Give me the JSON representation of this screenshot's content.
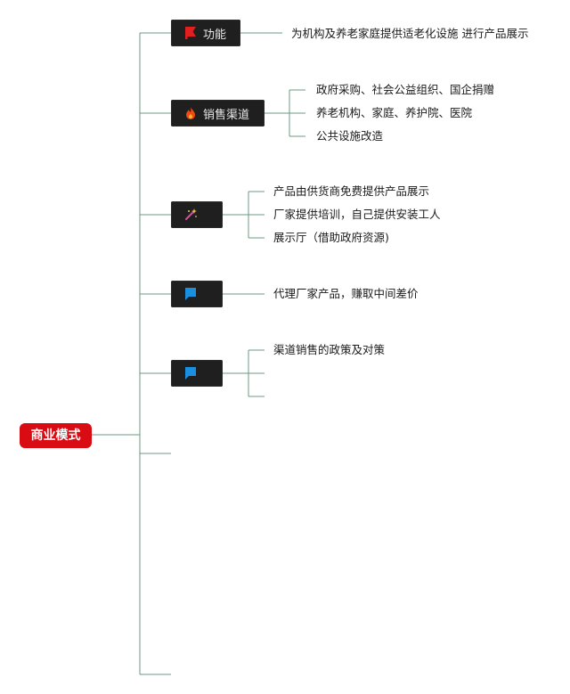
{
  "root": {
    "label": "商业模式"
  },
  "branches": [
    {
      "label": "功能",
      "icon": "red-flag-icon",
      "children": [
        "为机构及养老家庭提供适老化设施 进行产品展示"
      ]
    },
    {
      "label": "销售渠道",
      "icon": "fire-icon",
      "children": [
        "政府采购、社会公益组织、国企捐赠",
        "养老机构、家庭、养护院、医院",
        "公共设施改造"
      ]
    },
    {
      "label": "",
      "icon": "magic-wand-icon",
      "children": [
        "产品由供货商免费提供产品展示",
        "厂家提供培训，自己提供安装工人",
        "展示厅（借助政府资源)"
      ]
    },
    {
      "label": "",
      "icon": "blue-flag-icon",
      "children": [
        "代理厂家产品，赚取中间差价"
      ]
    },
    {
      "label": "",
      "icon": "blue-flag-icon",
      "children": [
        "渠道销售的政策及对策",
        "",
        ""
      ]
    }
  ],
  "colors": {
    "root": "#d90b13",
    "node": "#1f1f1f",
    "connector": "#6f9a80",
    "red_flag": "#e02020",
    "blue_flag": "#1a8fe0",
    "fire": "#f04a12"
  }
}
